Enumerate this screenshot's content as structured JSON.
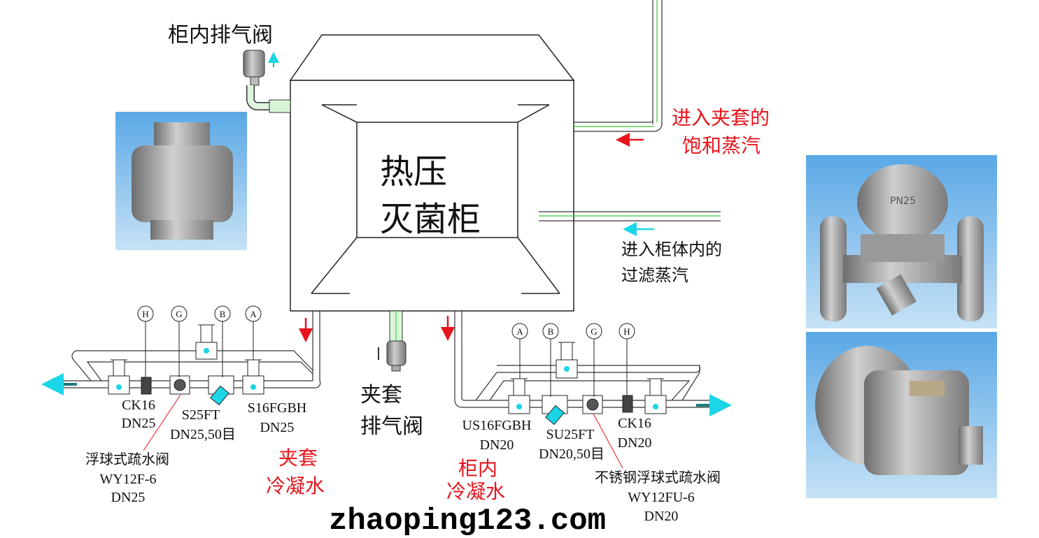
{
  "cabinet": {
    "title_line1": "热压",
    "title_line2": "灭菌柜"
  },
  "labels": {
    "cabinet_vent": "柜内排气阀",
    "jacket_steam_line1": "进入夹套的",
    "jacket_steam_line2": "饱和蒸汽",
    "filtered_steam_line1": "进入柜体内的",
    "filtered_steam_line2": "过滤蒸汽",
    "jacket_vent_line1": "夹套",
    "jacket_vent_line2": "排气阀",
    "jacket_condensate_line1": "夹套",
    "jacket_condensate_line2": "冷凝水",
    "cabinet_condensate_line1": "柜内",
    "cabinet_condensate_line2": "冷凝水"
  },
  "left_line": {
    "markers": [
      "H",
      "G",
      "B",
      "A"
    ],
    "ck": {
      "model": "CK16",
      "size": "DN25"
    },
    "strainer": {
      "model": "S25FT",
      "size": "DN25,50目"
    },
    "valve": {
      "model": "S16FGBH",
      "size": "DN25"
    },
    "trap": {
      "name": "浮球式疏水阀",
      "model": "WY12F-6",
      "size": "DN25"
    }
  },
  "right_line": {
    "markers": [
      "A",
      "B",
      "G",
      "H"
    ],
    "valve": {
      "model": "US16FGBH",
      "size": "DN20"
    },
    "strainer": {
      "model": "SU25FT",
      "size": "DN20,50目"
    },
    "ck": {
      "model": "CK16",
      "size": "DN20"
    },
    "trap": {
      "name": "不锈钢浮球式疏水阀",
      "model": "WY12FU-6",
      "size": "DN20"
    }
  },
  "photo_text": {
    "pn": "PN25"
  },
  "watermark": "zhaoping123.com",
  "colors": {
    "red": "#e8141c",
    "cyan": "#1ad6e6",
    "photo_bg": "#8cc4ec"
  }
}
